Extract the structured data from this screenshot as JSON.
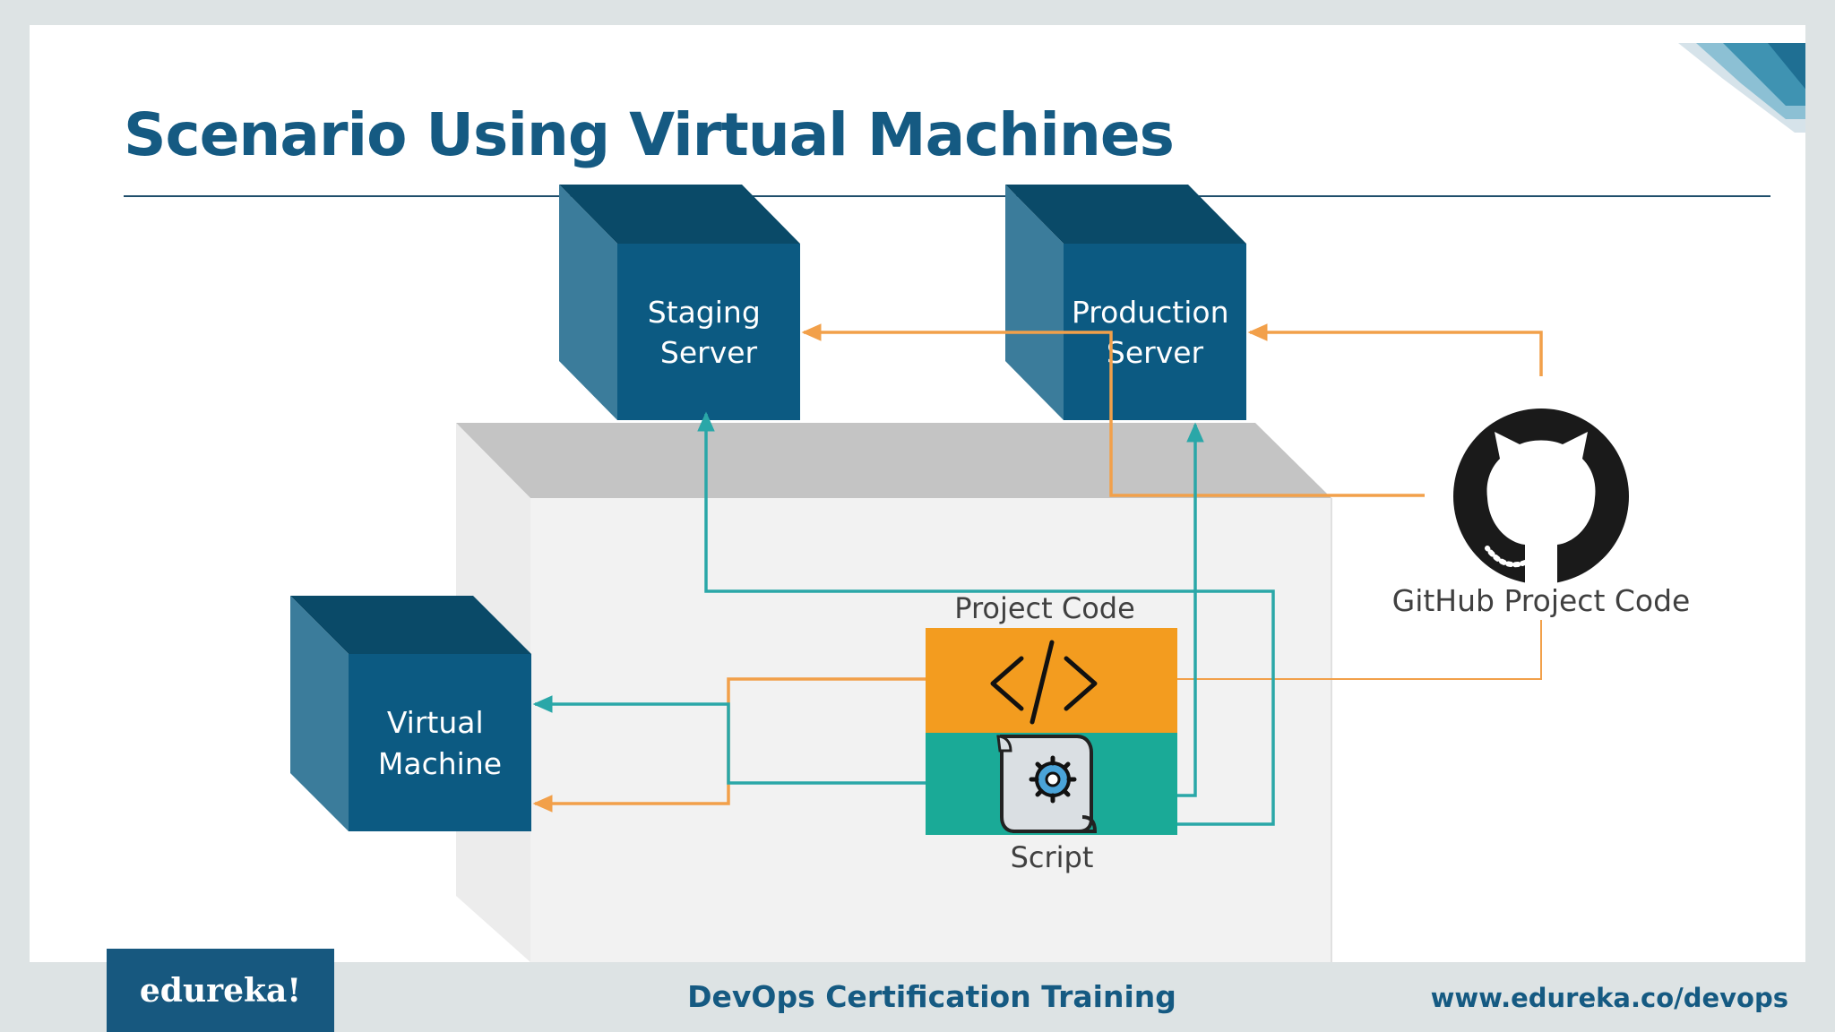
{
  "slide": {
    "title": "Scenario Using Virtual Machines"
  },
  "diagram": {
    "staging_server": [
      "Staging",
      "Server"
    ],
    "production_server": [
      "Production",
      "Server"
    ],
    "virtual_machine": [
      "Virtual",
      "Machine"
    ],
    "project_code_label": "Project Code",
    "script_label": "Script",
    "github_label": "GitHub Project Code",
    "code_icon": "code-brackets-icon",
    "script_icon": "script-gear-icon",
    "github_icon": "github-octocat-icon"
  },
  "footer": {
    "logo": "edureka!",
    "course": "DevOps Certification Training",
    "url": "www.edureka.co/devops"
  },
  "colors": {
    "title": "#155a82",
    "server_front": "#0c5a82",
    "server_side": "#3b7c9b",
    "server_top": "#0a4a68",
    "orange_flow": "#f2a04a",
    "teal_flow": "#2aa7a8",
    "code_block": "#f39c1f",
    "script_block": "#1aaa97"
  }
}
